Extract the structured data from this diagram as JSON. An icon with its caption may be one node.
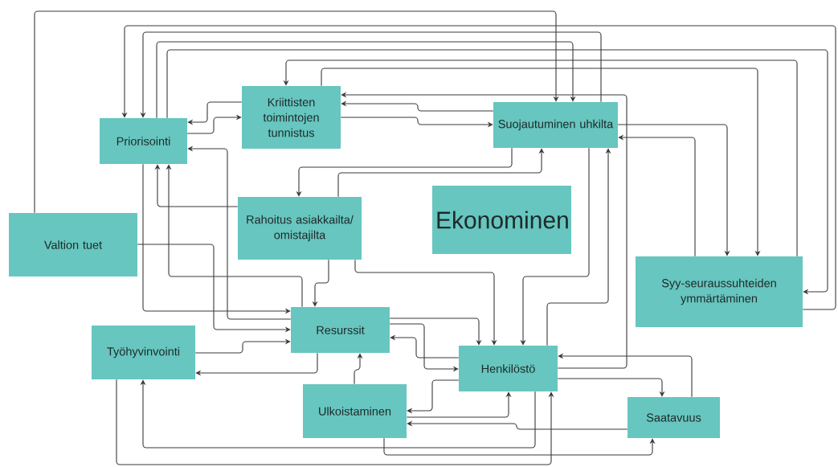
{
  "diagram": {
    "nodes": [
      {
        "text": [
          "Kriittisten toimintojen tunnistus"
        ]
      },
      {
        "text": [
          "Priorisointi"
        ]
      },
      {
        "text": [
          "Suojautuminen uhkilta"
        ]
      },
      {
        "text": [
          "Rahoitus asiakkailta/ omistajilta"
        ]
      },
      {
        "text": [
          "Ekonominen"
        ]
      },
      {
        "text": [
          "Valtion tuet"
        ]
      },
      {
        "text": [
          "Syy-seuraussuhteiden ymmärtäminen"
        ]
      },
      {
        "text": [
          "Resurssit"
        ]
      },
      {
        "text": [
          "Työhyvinvointi"
        ]
      },
      {
        "text": [
          "Henkilöstö"
        ]
      },
      {
        "text": [
          "Ulkoistaminen"
        ]
      },
      {
        "text": [
          "Saatavuus"
        ]
      }
    ],
    "edges": [
      {
        "from": 5,
        "to": 2,
        "arrow": "to"
      },
      {
        "from": 6,
        "to": 1,
        "arrow": "to"
      },
      {
        "from": 2,
        "to": 1,
        "arrow": "to"
      },
      {
        "from": 1,
        "to": 2,
        "arrow": "to"
      },
      {
        "from": 1,
        "to": 6,
        "arrow": "to"
      },
      {
        "from": 6,
        "to": 0,
        "arrow": "to"
      },
      {
        "from": 0,
        "to": 6,
        "arrow": "to"
      },
      {
        "from": 9,
        "to": 0,
        "arrow": "to"
      },
      {
        "from": 2,
        "to": 0,
        "arrow": "to"
      },
      {
        "from": 0,
        "to": 2,
        "arrow": "to"
      },
      {
        "from": 0,
        "to": 1,
        "arrow": "to"
      },
      {
        "from": 1,
        "to": 0,
        "arrow": "to"
      },
      {
        "from": 7,
        "to": 1,
        "arrow": "to"
      },
      {
        "from": 3,
        "to": 1,
        "arrow": "to"
      },
      {
        "from": 7,
        "to": 1,
        "arrow": "to"
      },
      {
        "from": 1,
        "to": 7,
        "arrow": "to"
      },
      {
        "from": 5,
        "to": 7,
        "arrow": "to"
      },
      {
        "from": 8,
        "to": 7,
        "arrow": "to"
      },
      {
        "from": 7,
        "to": 8,
        "arrow": "to"
      },
      {
        "from": 3,
        "to": 7,
        "arrow": "to"
      },
      {
        "from": 3,
        "to": 9,
        "arrow": "to"
      },
      {
        "from": 2,
        "to": 3,
        "arrow": "to"
      },
      {
        "from": 3,
        "to": 2,
        "arrow": "to"
      },
      {
        "from": 2,
        "to": 9,
        "arrow": "to"
      },
      {
        "from": 9,
        "to": 2,
        "arrow": "to"
      },
      {
        "from": 2,
        "to": 6,
        "arrow": "to"
      },
      {
        "from": 6,
        "to": 2,
        "arrow": "to"
      },
      {
        "from": 7,
        "to": 9,
        "arrow": "to"
      },
      {
        "from": 7,
        "to": 9,
        "arrow": "to"
      },
      {
        "from": 9,
        "to": 7,
        "arrow": "to"
      },
      {
        "from": 9,
        "to": 10,
        "arrow": "to"
      },
      {
        "from": 10,
        "to": 9,
        "arrow": "to"
      },
      {
        "from": 11,
        "to": 10,
        "arrow": "to"
      },
      {
        "from": 9,
        "to": 8,
        "arrow": "to"
      },
      {
        "from": 10,
        "to": 11,
        "arrow": "to"
      },
      {
        "from": 8,
        "to": 9,
        "arrow": "to"
      },
      {
        "from": 9,
        "to": 11,
        "arrow": "to"
      },
      {
        "from": 11,
        "to": 9,
        "arrow": "to"
      },
      {
        "from": 10,
        "to": 7,
        "arrow": "to"
      }
    ]
  }
}
